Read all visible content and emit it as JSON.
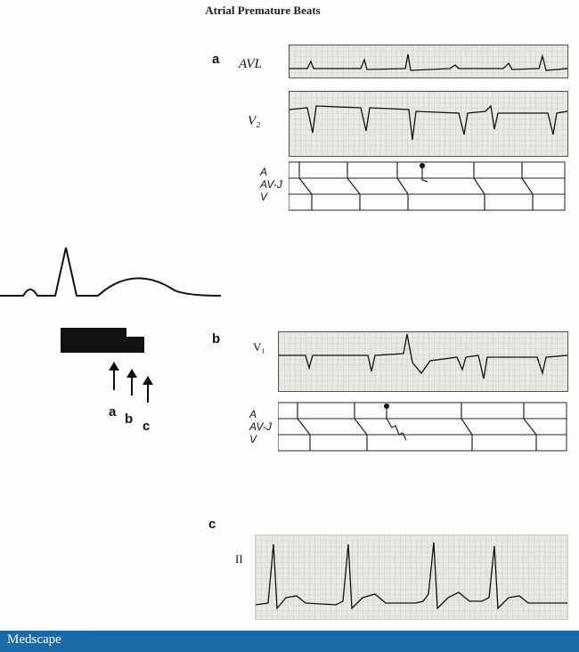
{
  "title": "Atrial Premature Beats",
  "panels": {
    "a": {
      "letter": "a",
      "lead1": "AVL",
      "lead2": "V₂",
      "ladder": [
        "A",
        "AV-J",
        "V"
      ]
    },
    "b": {
      "letter": "b",
      "lead1": "V₁",
      "ladder": [
        "A",
        "AV-J",
        "V"
      ]
    },
    "c": {
      "letter": "c",
      "lead1": "II"
    }
  },
  "arrows": [
    "a",
    "b",
    "c"
  ],
  "footer": {
    "brand": "Medscape",
    "color": "#1a6aa6"
  }
}
